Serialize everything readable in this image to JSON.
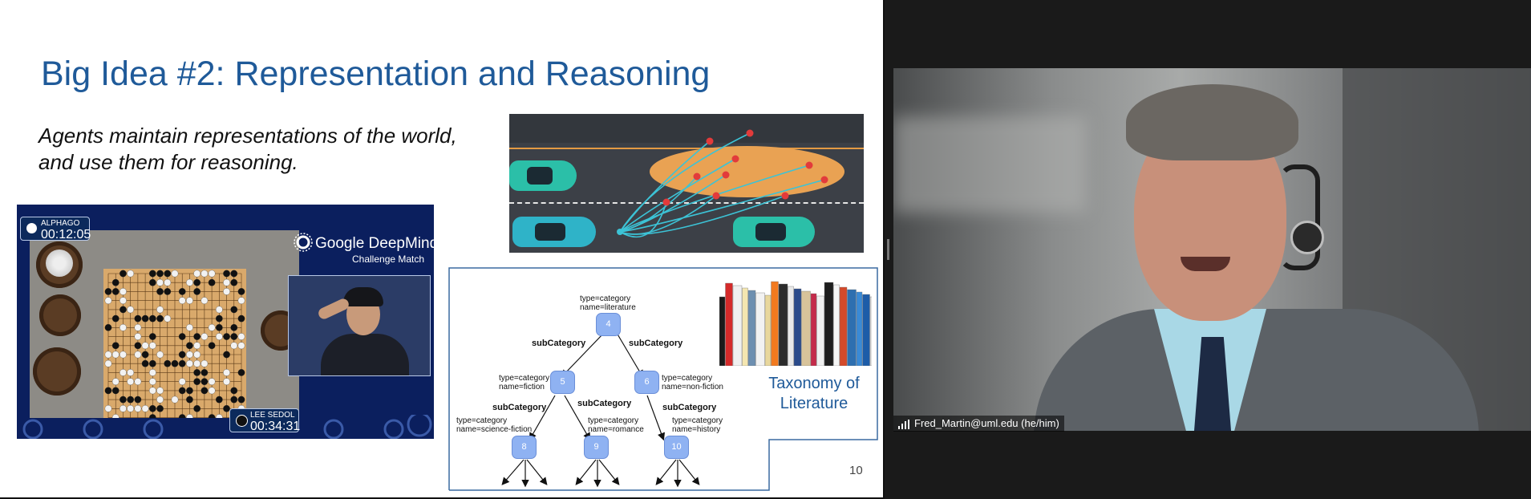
{
  "slide": {
    "title": "Big Idea #2: Representation and Reasoning",
    "subtitle_line1": "Agents maintain representations of the world,",
    "subtitle_line2": "and use them for reasoning.",
    "page_number": "10",
    "go_image": {
      "player1_label": "ALPHAGO",
      "player1_time": "00:12:05",
      "player2_label": "LEE SEDOL",
      "player2_time": "00:34:31",
      "brand": "Google DeepMind",
      "brand_sub": "Challenge Match"
    },
    "taxonomy": {
      "root_attr": "type=category\nname=literature",
      "root_id": "4",
      "left_edge": "subCategory",
      "right_edge": "subCategory",
      "node5_id": "5",
      "node5_attr": "type=category\nname=fiction",
      "node6_id": "6",
      "node6_attr": "type=category\nname=non-fiction",
      "edge_5_8": "subCategory",
      "edge_5_9": "subCategory",
      "edge_6_10": "subCategory",
      "node8_id": "8",
      "node8_attr": "type=category\nname=science-fiction",
      "node9_id": "9",
      "node9_attr": "type=category\nname=romance",
      "node10_id": "10",
      "node10_attr": "type=category\nname=history",
      "caption_line1": "Taxonomy of",
      "caption_line2": "Literature"
    }
  },
  "video": {
    "participant_name": "Fred_Martin@uml.edu (he/him)"
  },
  "colors": {
    "title_blue": "#1f5a99",
    "node_blue": "#8fb2f2",
    "road_orange": "#e9a253",
    "car_teal": "#2bbfa8"
  }
}
